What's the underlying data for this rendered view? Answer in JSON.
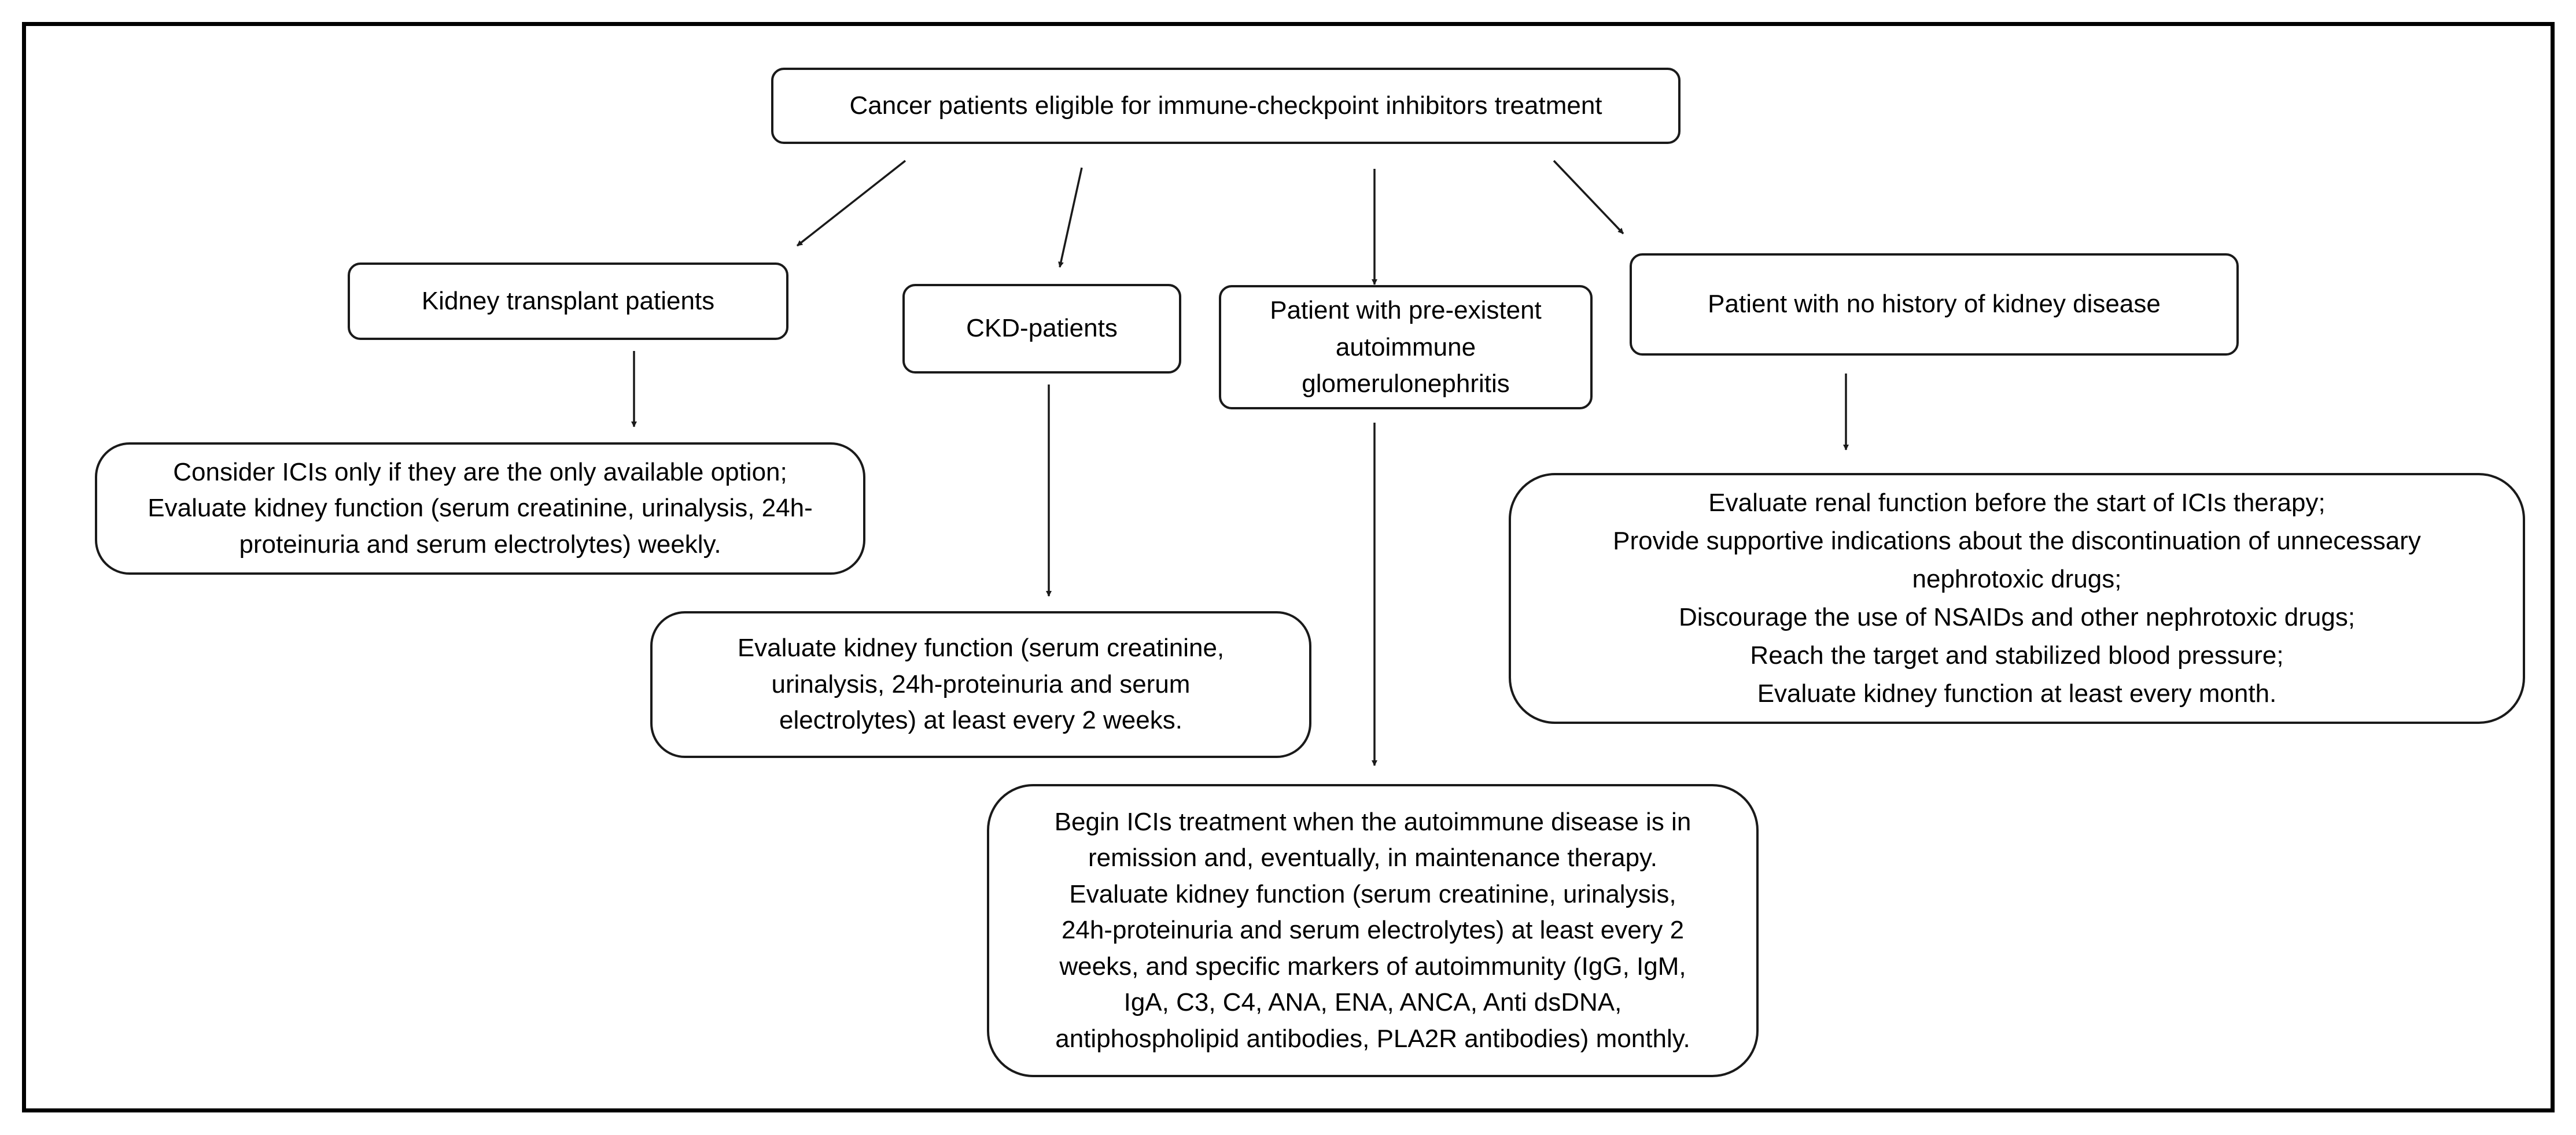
{
  "diagram": {
    "root": {
      "text": "Cancer patients eligible for immune-checkpoint inhibitors treatment"
    },
    "branches": [
      {
        "id": "kidney-transplant",
        "label": "Kidney transplant patients",
        "recommendation": "Consider ICIs only if they are the only available option;\nEvaluate kidney function (serum creatinine, urinalysis, 24h-\nproteinuria and serum electrolytes) weekly."
      },
      {
        "id": "ckd",
        "label": "CKD-patients",
        "recommendation": "Evaluate kidney function (serum creatinine,\nurinalysis, 24h-proteinuria and serum\nelectrolytes) at least every 2 weeks."
      },
      {
        "id": "autoimmune-gn",
        "label": "Patient with pre-existent\nautoimmune\nglomerulonephritis",
        "recommendation": "Begin ICIs treatment when the autoimmune disease is  in\nremission and, eventually, in maintenance therapy.\nEvaluate kidney function (serum creatinine, urinalysis,\n24h-proteinuria and serum electrolytes) at least every 2\nweeks, and specific markers of autoimmunity (IgG, IgM,\nIgA, C3, C4, ANA, ENA, ANCA, Anti dsDNA,\nantiphospholipid antibodies, PLA2R antibodies) monthly."
      },
      {
        "id": "no-kidney-history",
        "label": "Patient with no history of kidney disease",
        "recommendation": "Evaluate renal function before the start of ICIs therapy;\nProvide supportive indications about the discontinuation of unnecessary\nnephrotoxic drugs;\nDiscourage the use of NSAIDs and other nephrotoxic drugs;\nReach the target and stabilized blood pressure;\nEvaluate kidney function at least every month."
      }
    ]
  }
}
